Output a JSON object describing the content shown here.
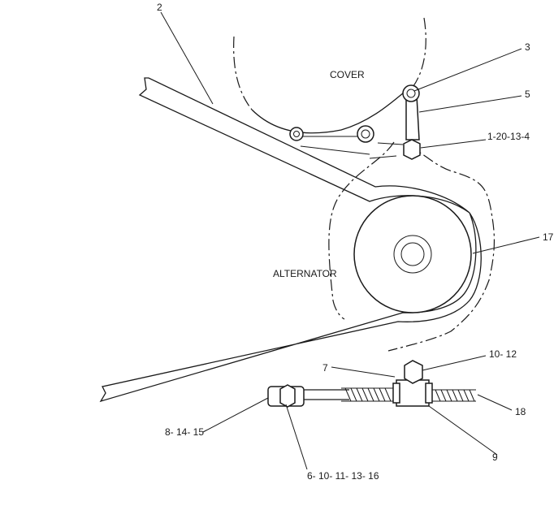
{
  "labels": {
    "cover": "COVER",
    "alternator": "ALTERNATOR",
    "callout_2": "2",
    "callout_3": "3",
    "callout_5": "5",
    "callout_1_20_13_4": "1-20-13-4",
    "callout_17": "17",
    "callout_7": "7",
    "callout_10_12": "10- 12",
    "callout_18": "18",
    "callout_9": "9",
    "callout_8_14_15": "8- 14- 15",
    "callout_6_10_11_13_16": "6- 10- 11- 13- 16"
  }
}
